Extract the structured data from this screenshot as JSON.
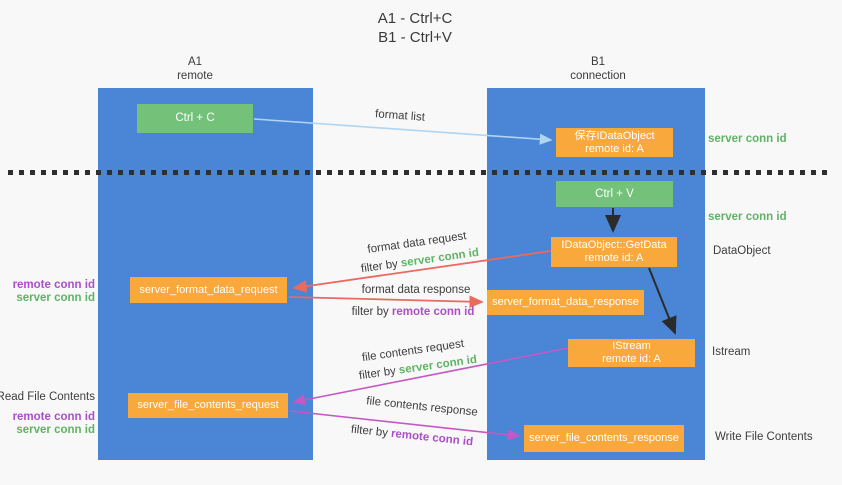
{
  "title": {
    "line1": "A1 - Ctrl+C",
    "line2": "B1 - Ctrl+V"
  },
  "columns": {
    "left": {
      "title": "A1",
      "subtitle": "remote"
    },
    "right": {
      "title": "B1",
      "subtitle": "connection"
    }
  },
  "boxes": {
    "ctrl_c": {
      "label": "Ctrl + C"
    },
    "save_idataobject": {
      "line1": "保存IDataObject",
      "line2": "remote id: A"
    },
    "ctrl_v": {
      "label": "Ctrl + V"
    },
    "getdata": {
      "line1": "IDataObject::GetData",
      "line2": "remote id: A"
    },
    "format_request": {
      "label": "server_format_data_request"
    },
    "format_response": {
      "label": "server_format_data_response"
    },
    "istream": {
      "line1": "IStream",
      "line2": "remote id: A"
    },
    "file_request": {
      "label": "server_file_contents_request"
    },
    "file_response": {
      "label": "server_file_contents_response"
    }
  },
  "flow_labels": {
    "format_list": "format list",
    "format_data_request": "format data request",
    "format_data_response": "format data response",
    "file_contents_request": "file contents request",
    "file_contents_response": "file contents response",
    "filter_by": "filter by ",
    "server_conn_id": "server conn id",
    "remote_conn_id": "remote conn id"
  },
  "side_labels": {
    "server_conn_id_top": "server conn id",
    "server_conn_id_mid": "server conn id",
    "dataobject": "DataObject",
    "istream": "Istream",
    "write_file_contents": "Write File Contents",
    "read_file_contents": "Read File Contents",
    "remote_conn_id_left1": "remote conn id",
    "server_conn_id_left1": "server conn id",
    "remote_conn_id_left2": "remote conn id",
    "server_conn_id_left2": "server conn id"
  },
  "colors": {
    "column_blue": "#4a85d6",
    "box_green": "#74c17a",
    "box_orange": "#f9a83c",
    "arrow_red": "#e96a5f",
    "arrow_magenta": "#c558c5",
    "arrow_lightblue": "#aed5f2",
    "arrow_black": "#2b2b2b",
    "text_green": "#5fb365",
    "text_purple": "#ab4fc6",
    "text_dark": "#3d3d3d"
  }
}
